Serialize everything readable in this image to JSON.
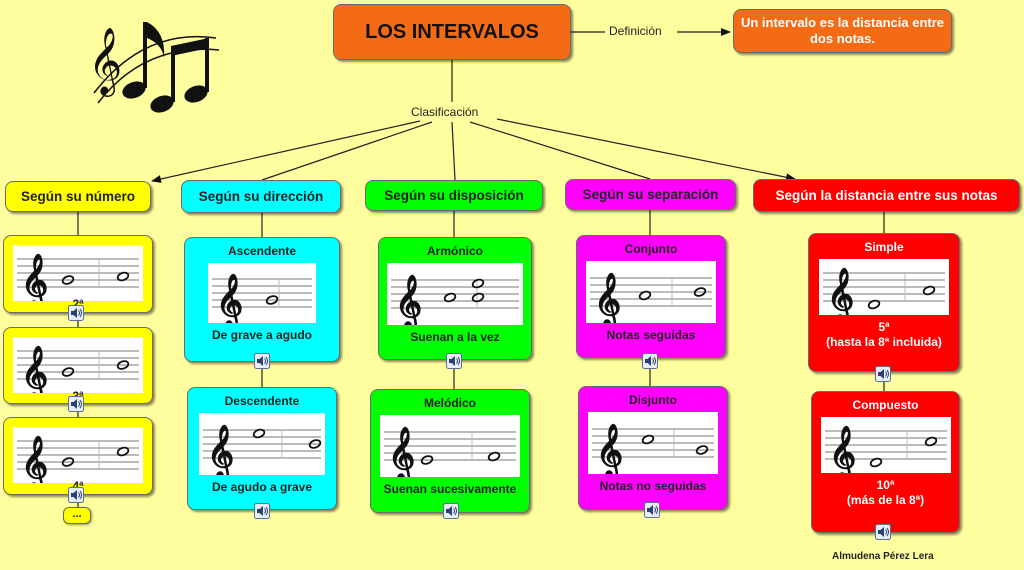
{
  "title": "LOS INTERVALOS",
  "definition": {
    "link_label": "Definición",
    "text": "Un intervalo es la distancia entre dos notas."
  },
  "classification_label": "Clasificación",
  "categories": [
    {
      "label": "Según su número",
      "color": "#ffff00",
      "examples": [
        {
          "caption": [
            "2ª"
          ]
        },
        {
          "caption": [
            "3ª"
          ]
        },
        {
          "caption": [
            "4ª"
          ]
        }
      ],
      "more": "..."
    },
    {
      "label": "Según su dirección",
      "color": "#00ffff",
      "examples": [
        {
          "title": "Ascendente",
          "caption": [
            "De grave a agudo"
          ]
        },
        {
          "title": "Descendente",
          "caption": [
            "De agudo a grave"
          ]
        }
      ]
    },
    {
      "label": "Según su disposición",
      "color": "#00ff00",
      "examples": [
        {
          "title": "Armónico",
          "caption": [
            "Suenan a la vez"
          ]
        },
        {
          "title": "Melódico",
          "caption": [
            "Suenan sucesivamente"
          ]
        }
      ]
    },
    {
      "label": "Según su separación",
      "color": "#ff00ff",
      "examples": [
        {
          "title": "Conjunto",
          "caption": [
            "Notas seguidas"
          ]
        },
        {
          "title": "Disjunto",
          "caption": [
            "Notas no seguidas"
          ]
        }
      ]
    },
    {
      "label": "Según la distancia entre sus notas",
      "color": "#ff0000",
      "examples": [
        {
          "title": "Simple",
          "caption": [
            "5ª",
            "(hasta la 8ª incluida)"
          ]
        },
        {
          "title": "Compuesto",
          "caption": [
            "10ª",
            "(más de la 8ª)"
          ]
        }
      ]
    }
  ],
  "author": "Almudena Pérez Lera",
  "icons": [
    "music-notes-icon",
    "treble-clef-icon",
    "speaker-icon"
  ],
  "colors": {
    "background": "#fffe9f",
    "title": "#f36b14",
    "staff_line": "#777777"
  }
}
